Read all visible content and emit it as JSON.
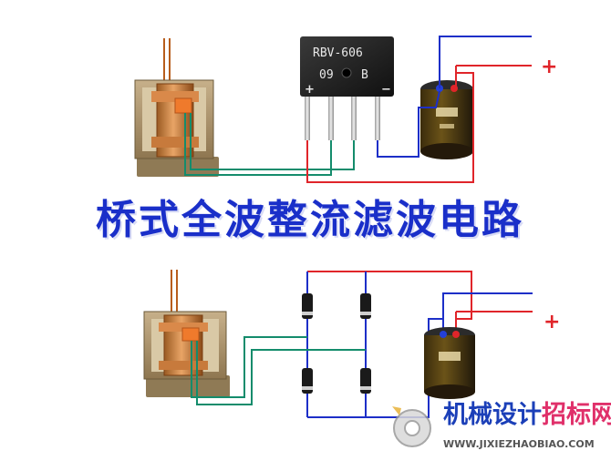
{
  "title": "桥式全波整流滤波电路",
  "bridge": {
    "model": "RBV-606",
    "code1": "09",
    "code2": "B",
    "plus": "+",
    "minus": "−"
  },
  "output": {
    "plus_sign_top": "+",
    "plus_sign_bottom": "+"
  },
  "watermark": {
    "cn_part1": "机械设计",
    "cn_part2": "招标网",
    "url": "WWW.JIXIEZHAOBIAO.COM"
  },
  "colors": {
    "blue_wire": "#1d2fc8",
    "red_wire": "#e0252a",
    "green_wire": "#148c6c",
    "title": "#1a2fc9"
  }
}
